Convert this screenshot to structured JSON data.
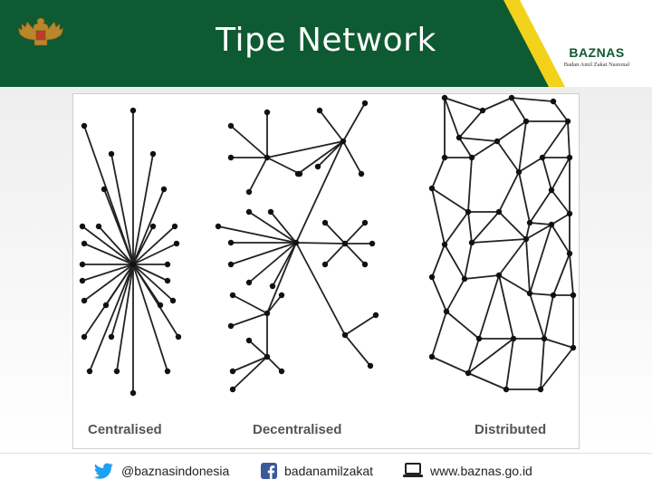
{
  "header": {
    "title": "Tipe Network",
    "logo_name": "BAZNAS",
    "logo_subtitle": "Badan Amil Zakat Nasional"
  },
  "figure": {
    "labels": [
      "Centralised",
      "Decentralised",
      "Distributed"
    ]
  },
  "footer": {
    "twitter_handle": "@baznasindonesia",
    "facebook_handle": "badanamilzakat",
    "website": "www.baznas.go.id"
  },
  "colors": {
    "header_green": "#0e5a32",
    "accent_yellow": "#f2d21b",
    "twitter_blue": "#1da1f2",
    "facebook_blue": "#3b5998"
  }
}
